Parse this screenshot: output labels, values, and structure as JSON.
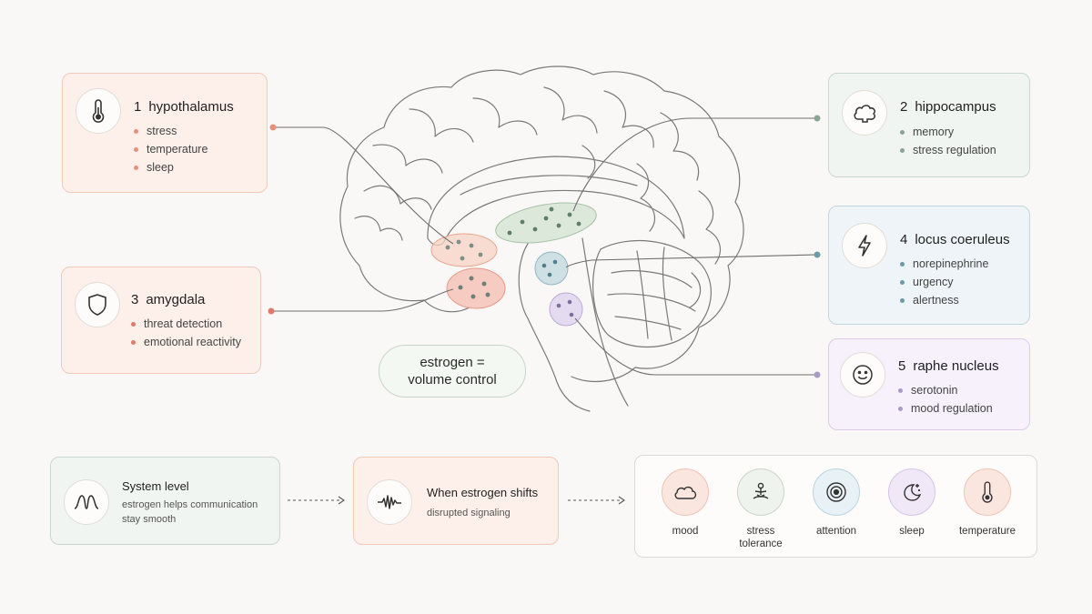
{
  "regions": [
    {
      "num": "1",
      "name": "hypothalamus",
      "icon": "thermometer-icon",
      "items": [
        "stress",
        "temperature",
        "sleep"
      ]
    },
    {
      "num": "2",
      "name": "hippocampus",
      "icon": "cloud-brain-icon",
      "items": [
        "memory",
        "stress regulation"
      ]
    },
    {
      "num": "3",
      "name": "amygdala",
      "icon": "shield-icon",
      "items": [
        "threat detection",
        "emotional reactivity"
      ]
    },
    {
      "num": "4",
      "name": "locus coeruleus",
      "icon": "lightning-icon",
      "items": [
        "norepinephrine",
        "urgency",
        "alertness"
      ]
    },
    {
      "num": "5",
      "name": "raphe nucleus",
      "icon": "smiley-icon",
      "items": [
        "serotonin",
        "mood regulation"
      ]
    }
  ],
  "center": {
    "line1": "estrogen =",
    "line2": "volume control"
  },
  "system": {
    "title": "System level",
    "line1": "estrogen helps communication",
    "line2": "stay smooth",
    "icon": "smooth-wave-icon"
  },
  "shift": {
    "title": "When estrogen shifts",
    "sub": "disrupted signaling",
    "icon": "jagged-wave-icon"
  },
  "effects": [
    {
      "label1": "mood",
      "label2": "",
      "icon": "cloud-icon"
    },
    {
      "label1": "stress",
      "label2": "tolerance",
      "icon": "meditation-icon"
    },
    {
      "label1": "attention",
      "label2": "",
      "icon": "target-icon"
    },
    {
      "label1": "sleep",
      "label2": "",
      "icon": "moon-stars-icon"
    },
    {
      "label1": "temperature",
      "label2": "",
      "icon": "thermometer-icon"
    }
  ],
  "colors": {
    "peach": "#e8917a",
    "red": "#e07a6c",
    "green": "#8aa593",
    "teal": "#6d9aaa",
    "lavender": "#a99bc8",
    "outline": "#6e6e6e"
  }
}
